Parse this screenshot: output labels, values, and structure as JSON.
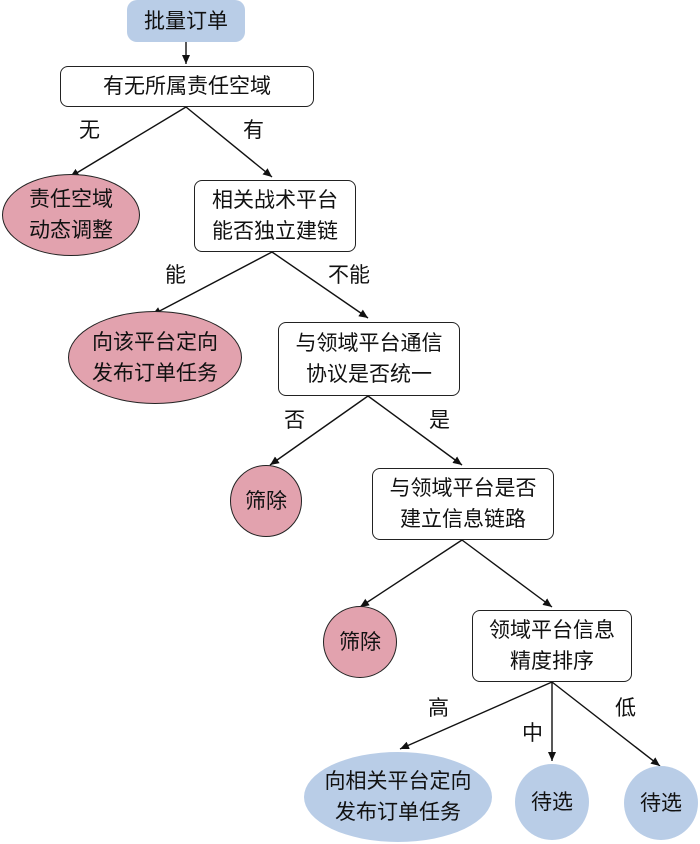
{
  "start": "批量订单",
  "q1": [
    "有无所属责任空域"
  ],
  "q1_no_label": "无",
  "q1_yes_label": "有",
  "r1": [
    "责任空域",
    "动态调整"
  ],
  "q2": [
    "相关战术平台",
    "能否独立建链"
  ],
  "q2_yes_label": "能",
  "q2_no_label": "不能",
  "r2": [
    "向该平台定向",
    "发布订单任务"
  ],
  "q3": [
    "与领域平台通信",
    "协议是否统一"
  ],
  "q3_no_label": "否",
  "q3_yes_label": "是",
  "r3": "筛除",
  "q4": [
    "与领域平台是否",
    "建立信息链路"
  ],
  "r4": "筛除",
  "q5": [
    "领域平台信息",
    "精度排序"
  ],
  "q5_high_label": "高",
  "q5_mid_label": "中",
  "q5_low_label": "低",
  "r5": [
    "向相关平台定向",
    "发布订单任务"
  ],
  "r6": "待选",
  "r7": "待选",
  "colors": {
    "pink": "#e2a2ae",
    "blue": "#b9cde7"
  }
}
